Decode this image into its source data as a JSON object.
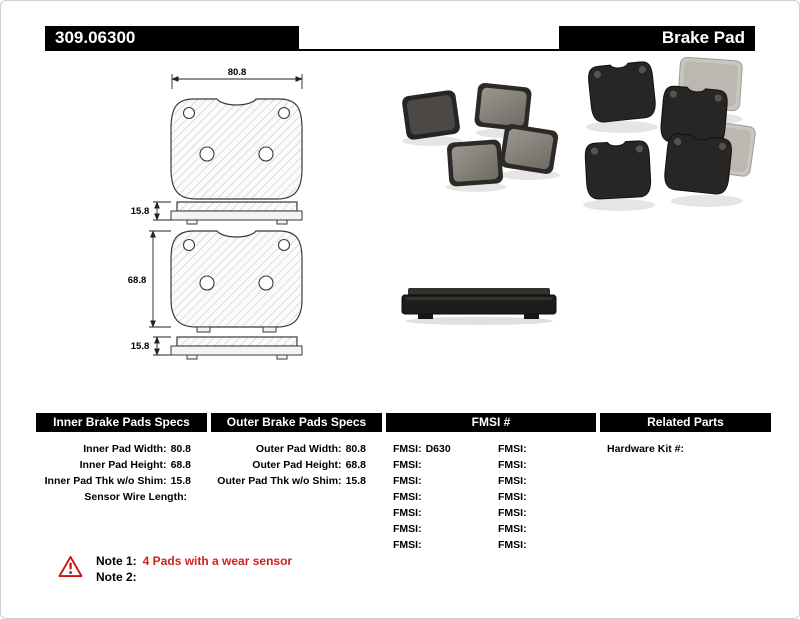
{
  "header": {
    "part_number": "309.06300",
    "product_name": "Brake Pad"
  },
  "drawing": {
    "dim_pad_width": "80.8",
    "dim_pad_thickness_top": "15.8",
    "dim_pad_height": "68.8",
    "dim_pad_thickness_bottom": "15.8"
  },
  "table": {
    "inner": {
      "header": "Inner Brake Pads Specs",
      "rows": [
        {
          "label": "Inner Pad Width:",
          "value": "80.8"
        },
        {
          "label": "Inner Pad Height:",
          "value": "68.8"
        },
        {
          "label": "Inner Pad Thk w/o Shim:",
          "value": "15.8"
        },
        {
          "label": "Sensor Wire Length:",
          "value": ""
        }
      ]
    },
    "outer": {
      "header": "Outer Brake Pads Specs",
      "rows": [
        {
          "label": "Outer Pad Width:",
          "value": "80.8"
        },
        {
          "label": "Outer Pad Height:",
          "value": "68.8"
        },
        {
          "label": "Outer Pad Thk w/o Shim:",
          "value": "15.8"
        }
      ]
    },
    "fmsi": {
      "header": "FMSI #",
      "rows": [
        {
          "l_label": "FMSI:",
          "l_value": "D630",
          "r_label": "FMSI:",
          "r_value": ""
        },
        {
          "l_label": "FMSI:",
          "l_value": "",
          "r_label": "FMSI:",
          "r_value": ""
        },
        {
          "l_label": "FMSI:",
          "l_value": "",
          "r_label": "FMSI:",
          "r_value": ""
        },
        {
          "l_label": "FMSI:",
          "l_value": "",
          "r_label": "FMSI:",
          "r_value": ""
        },
        {
          "l_label": "FMSI:",
          "l_value": "",
          "r_label": "FMSI:",
          "r_value": ""
        },
        {
          "l_label": "FMSI:",
          "l_value": "",
          "r_label": "FMSI:",
          "r_value": ""
        },
        {
          "l_label": "FMSI:",
          "l_value": "",
          "r_label": "FMSI:",
          "r_value": ""
        }
      ]
    },
    "related": {
      "header": "Related Parts",
      "rows": [
        {
          "label": "Hardware Kit #:",
          "value": ""
        }
      ]
    }
  },
  "notes": {
    "note1_label": "Note 1:",
    "note1_text": "4 Pads with a wear sensor",
    "note2_label": "Note 2:",
    "note2_text": ""
  },
  "colors": {
    "header_bg": "#000000",
    "note_accent_red": "#cc2222",
    "warning_red": "#cc1111"
  }
}
